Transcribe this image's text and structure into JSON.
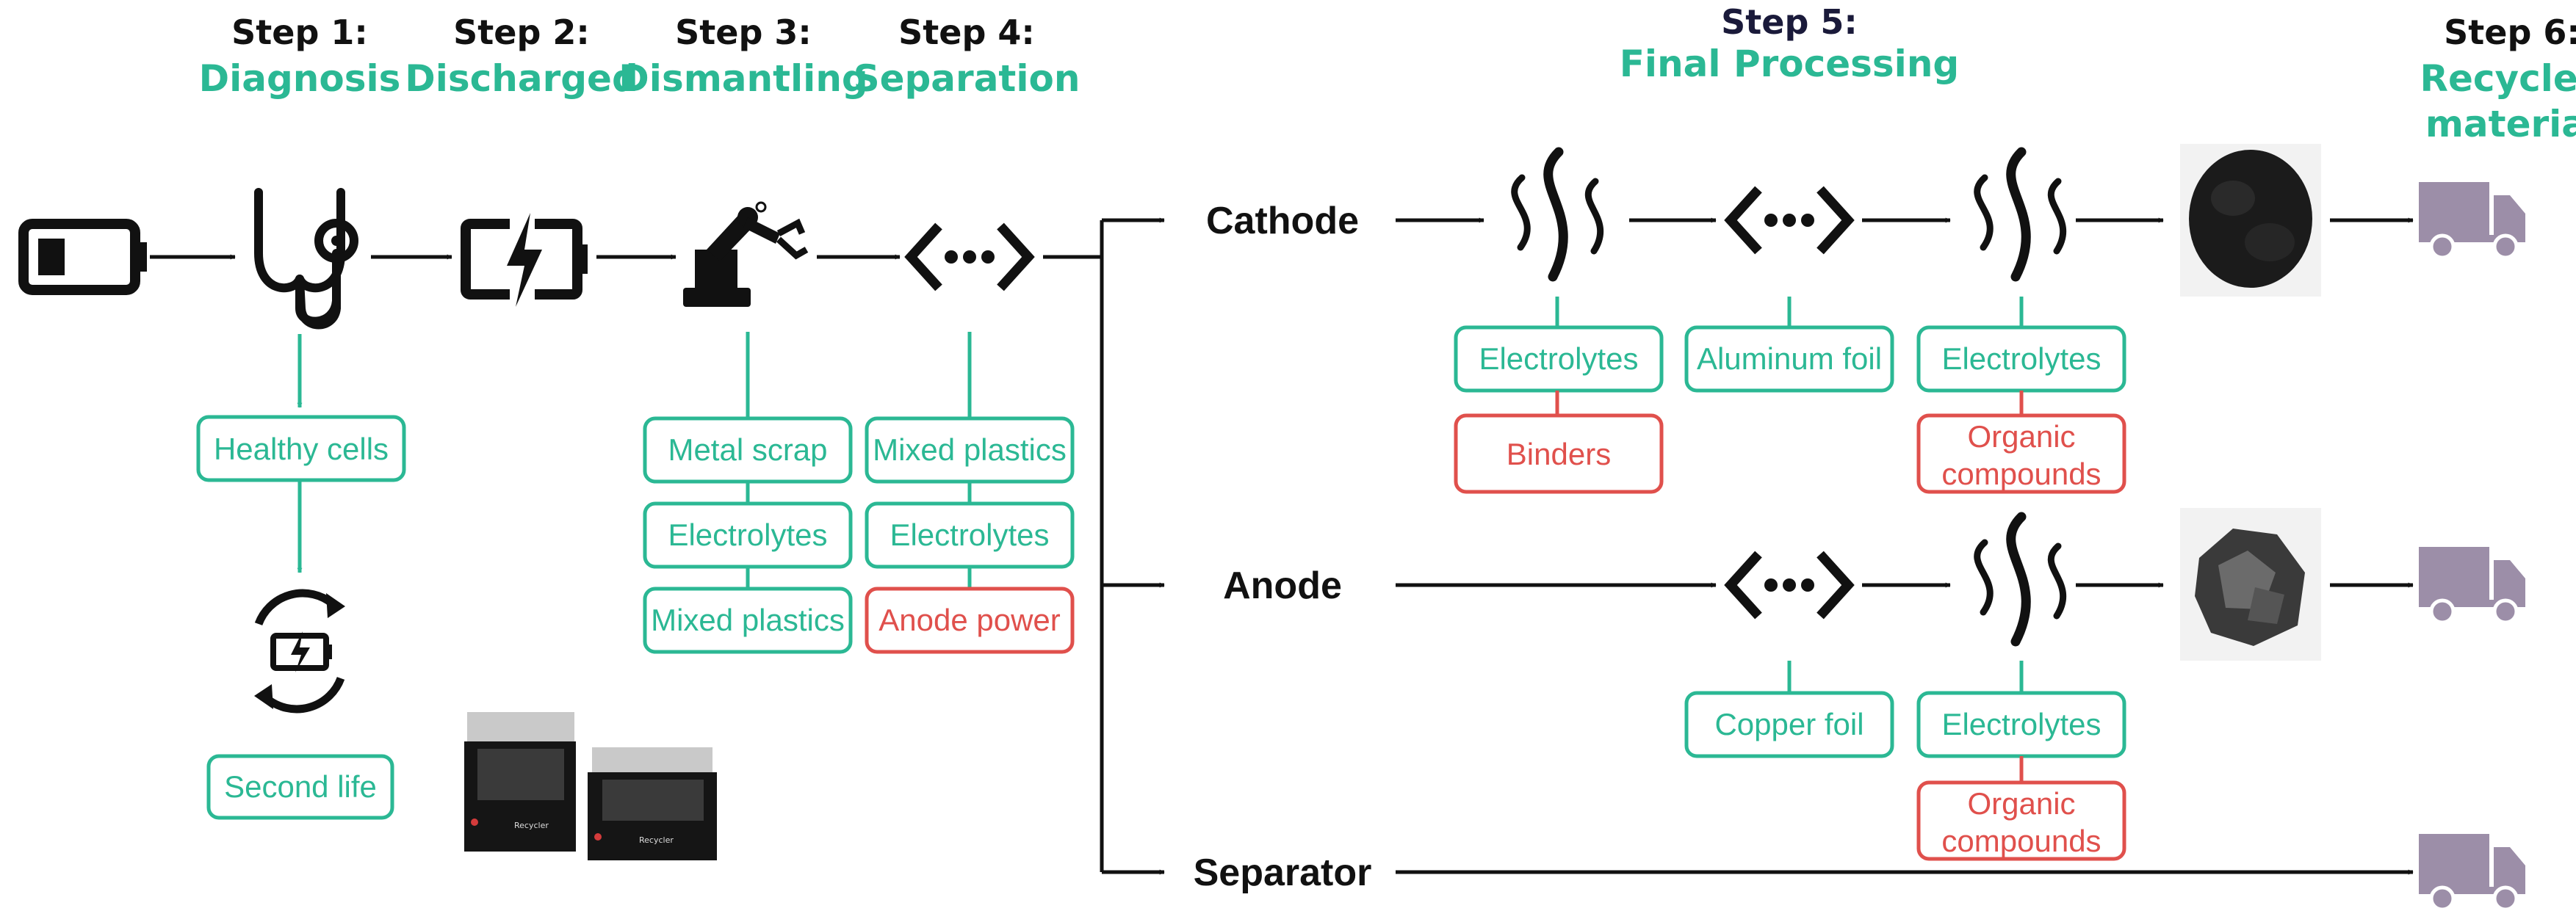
{
  "colors": {
    "accent": "#2bb894",
    "warning": "#e0504c",
    "ink": "#111111",
    "truck": "#9c8ea8",
    "step5_title": "#1a1a3a"
  },
  "steps": [
    {
      "title": "Step 1:",
      "subtitle": "Diagnosis"
    },
    {
      "title": "Step 2:",
      "subtitle": "Discharged"
    },
    {
      "title": "Step 3:",
      "subtitle": "Dismantling"
    },
    {
      "title": "Step 4:",
      "subtitle": "Separation"
    },
    {
      "title": "Step 5:",
      "subtitle": "Final Processing"
    },
    {
      "title": "Step 6:",
      "subtitle": "Recycled material"
    }
  ],
  "step6_lines": [
    "Recycled",
    "material"
  ],
  "stages": {
    "cathode": "Cathode",
    "anode": "Anode",
    "separator": "Separator"
  },
  "boxes": {
    "healthy_cells": "Healthy cells",
    "second_life": "Second life",
    "step3": [
      "Metal scrap",
      "Electrolytes",
      "Mixed plastics"
    ],
    "step4": [
      "Mixed plastics",
      "Electrolytes",
      "Anode power"
    ],
    "cathode_electrolytes_1": "Electrolytes",
    "cathode_binders": "Binders",
    "aluminum_foil": "Aluminum foil",
    "cathode_electrolytes_2": "Electrolytes",
    "cathode_organic": [
      "Organic",
      "compounds"
    ],
    "copper_foil": "Copper foil",
    "anode_electrolytes": "Electrolytes",
    "anode_organic": [
      "Organic",
      "compounds"
    ]
  },
  "icons": [
    "battery-icon",
    "stethoscope-icon",
    "battery-charging-icon",
    "robot-arm-icon",
    "separation-icon",
    "heat-icon",
    "recycle-battery-icon",
    "truck-icon",
    "black-mass-powder-image",
    "graphite-powder-image",
    "battery-rack-product-image"
  ],
  "product_brand": "Recycler"
}
